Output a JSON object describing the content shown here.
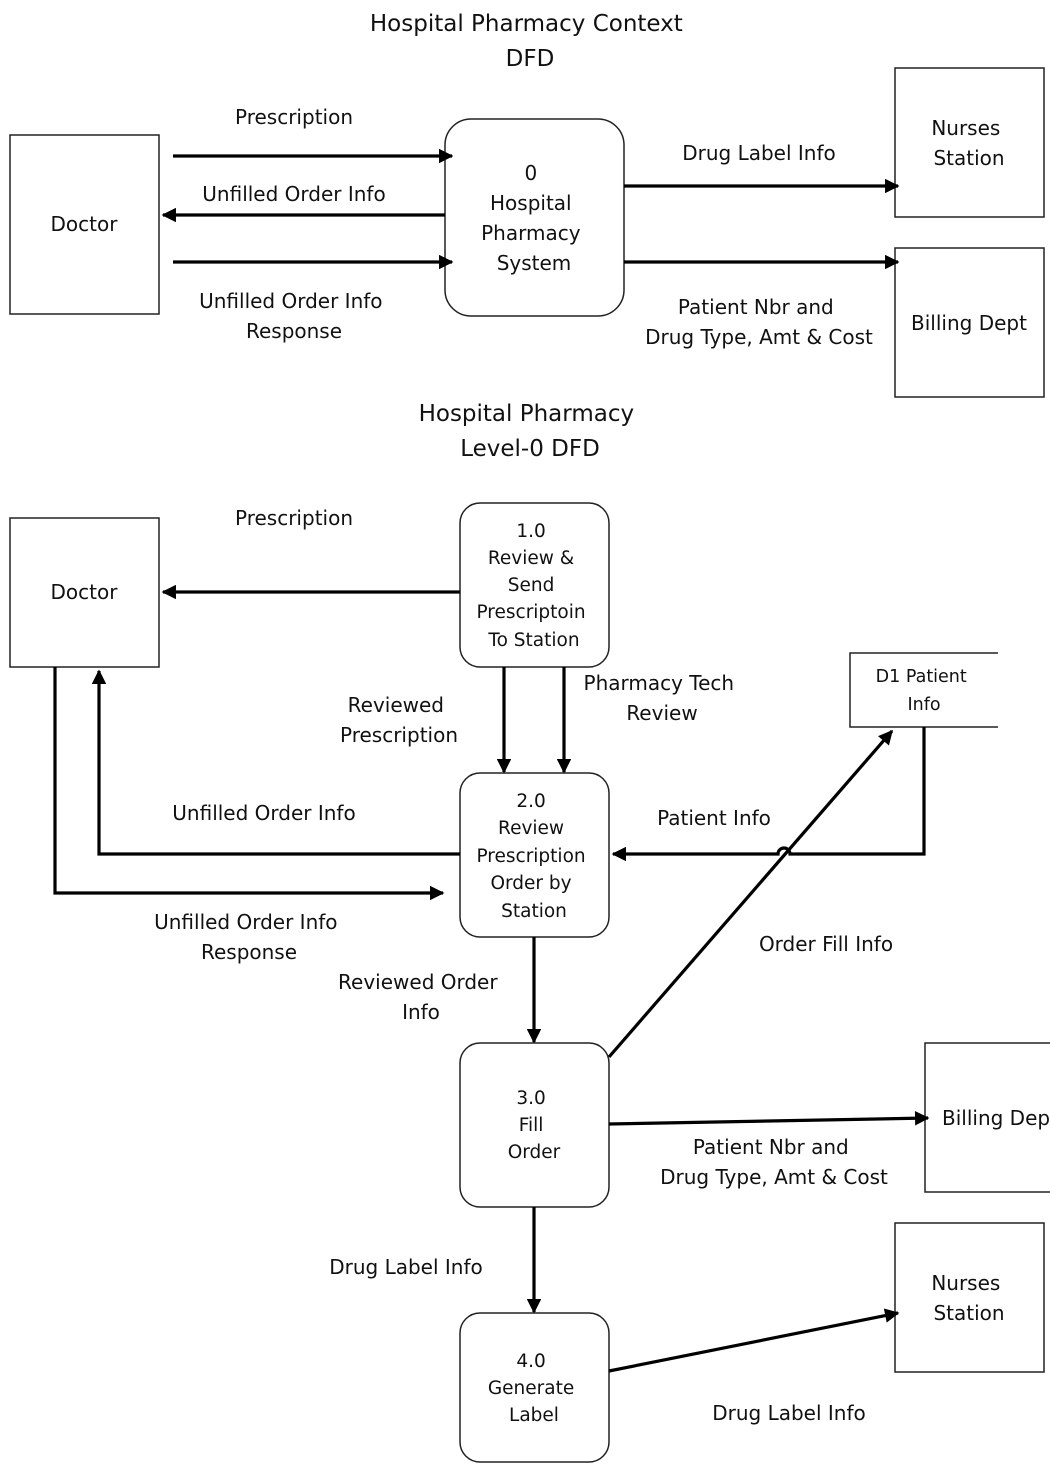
{
  "context": {
    "title": [
      "Hospital Pharmacy Context",
      "DFD"
    ],
    "doctor": "Doctor",
    "process": [
      "0",
      "Hospital",
      "Pharmacy",
      "System"
    ],
    "nurses": [
      "Nurses",
      "Station"
    ],
    "billing": "Billing Dept",
    "flows": {
      "prescription": "Prescription",
      "unfilled": "Unfilled Order Info",
      "unfilled_response": [
        "Unfilled Order Info",
        "Response"
      ],
      "drug_label": "Drug Label Info",
      "patient_nbr": [
        "Patient Nbr and",
        "Drug Type, Amt & Cost"
      ]
    }
  },
  "level0": {
    "title": [
      "Hospital Pharmacy",
      "Level-0 DFD"
    ],
    "doctor": "Doctor",
    "p1": [
      "1.0",
      "Review &",
      "Send",
      "Prescriptoin",
      "To Station"
    ],
    "p2": [
      "2.0",
      "Review",
      "Prescription",
      "Order by",
      "Station"
    ],
    "p3": [
      "3.0",
      "Fill",
      "Order"
    ],
    "p4": [
      "4.0",
      "Generate",
      "Label"
    ],
    "datastore": [
      "D1 Patient",
      "Info"
    ],
    "billing": "Billing Dept",
    "nurses": [
      "Nurses",
      "Station"
    ],
    "flows": {
      "prescription": "Prescription",
      "reviewed_prescription": [
        "Reviewed",
        "Prescription"
      ],
      "pharmacy_tech": [
        "Pharmacy Tech",
        "Review"
      ],
      "unfilled": "Unfilled Order Info",
      "unfilled_response": [
        "Unfilled Order Info",
        "Response"
      ],
      "patient_info": "Patient Info",
      "order_fill": "Order Fill Info",
      "reviewed_order": [
        "Reviewed Order",
        "Info"
      ],
      "patient_nbr": [
        "Patient Nbr and",
        "Drug Type, Amt & Cost"
      ],
      "drug_label_in": "Drug Label Info",
      "drug_label_out": "Drug Label Info"
    }
  }
}
